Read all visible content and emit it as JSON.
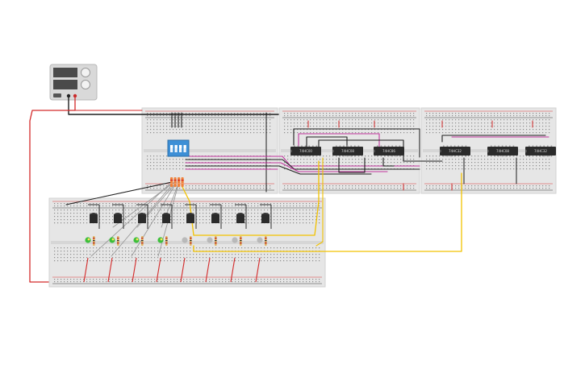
{
  "canvas": {
    "background": "#ffffff"
  },
  "colors": {
    "breadboard": "#e6e6e6",
    "breadboard_edge": "#d2d2d2",
    "hole": "#8c8c8c",
    "rail_red": "#d93636",
    "rail_blue": "#3a3a3a",
    "wire_black": "#1e1e1e",
    "wire_red": "#d42a2a",
    "wire_magenta": "#c2379f",
    "wire_yellow": "#f2c200",
    "wire_gray": "#9a9a9a",
    "chip_body": "#2b2b2b",
    "dip_switch": "#3d8fd6",
    "psu_body": "#d9d9d9"
  },
  "power_supply": {
    "icon": "bench-power-supply-icon"
  },
  "dip_switch": {
    "positions": 4,
    "icon": "dip-switch-icon"
  },
  "chips": [
    {
      "label": "74HC00"
    },
    {
      "label": "74HC08"
    },
    {
      "label": "74HC86"
    },
    {
      "label": "74HC32"
    },
    {
      "label": "74HC08"
    },
    {
      "label": "74HC32"
    }
  ],
  "transistors": {
    "count": 8,
    "icon": "npn-transistor-icon"
  },
  "leds": {
    "count": 8,
    "lit": [
      true,
      true,
      true,
      true,
      false,
      false,
      false,
      false
    ],
    "colors": [
      "#3cbf3c",
      "#3cbf3c",
      "#3cbf3c",
      "#3cbf3c",
      "#b5b5b5",
      "#b5b5b5",
      "#b5b5b5",
      "#b5b5b5"
    ]
  },
  "resistors": {
    "count": 8,
    "icon": "resistor-icon"
  }
}
